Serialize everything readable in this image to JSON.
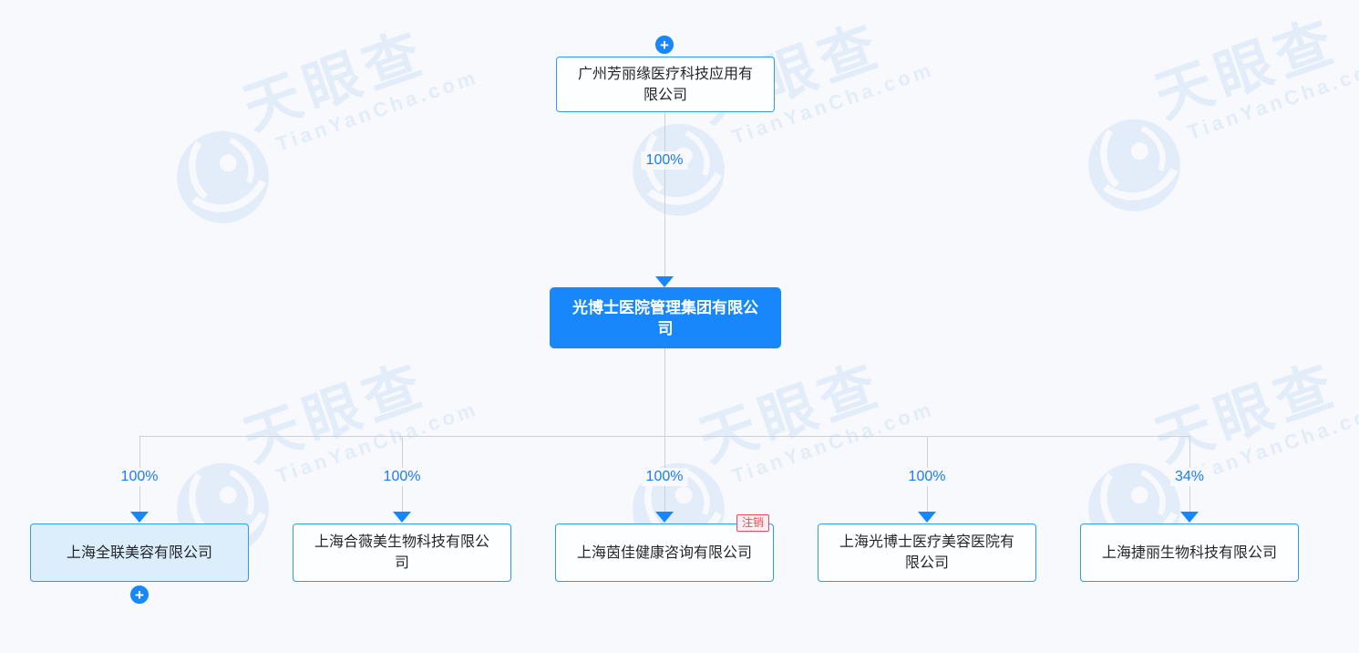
{
  "colors": {
    "page_bg": "#f7f9fc",
    "brand_blue": "#1787fb",
    "node_border_blue": "#2f9bf5",
    "highlighted_node_fill": "#dceefb",
    "percent_text_blue": "#1b7cf7",
    "connector_gray": "#cdd0d4",
    "badge_red": "#f2495a",
    "badge_bg": "#fdeef0",
    "watermark_blue": "#e3edf9"
  },
  "icons": {
    "plus": "+"
  },
  "watermark": {
    "brand": "天眼查",
    "domain": "TianYanCha.com"
  },
  "chart": {
    "type": "equity-structure-tree",
    "parent": {
      "name": "广州芳丽缘医疗科技应用有限公司",
      "ownership": "100%"
    },
    "focus_company": {
      "name": "光博士医院管理集团有限公司"
    },
    "children": [
      {
        "name": "上海全联美容有限公司",
        "ownership": "100%"
      },
      {
        "name": "上海合薇美生物科技有限公司",
        "ownership": "100%"
      },
      {
        "name": "上海茵佳健康咨询有限公司",
        "ownership": "100%",
        "status": "注销"
      },
      {
        "name": "上海光博士医疗美容医院有限公司",
        "ownership": "100%"
      },
      {
        "name": "上海捷丽生物科技有限公司",
        "ownership": "34%"
      }
    ]
  }
}
